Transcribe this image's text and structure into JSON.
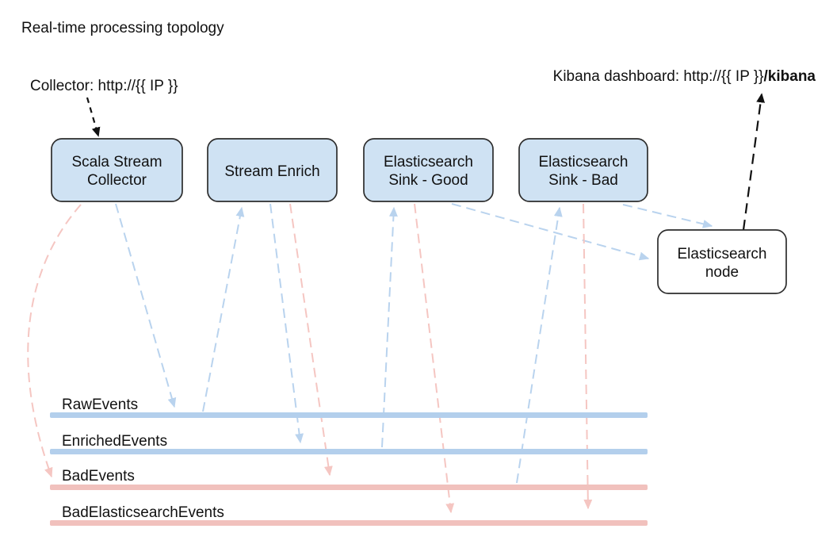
{
  "title": "Real-time processing topology",
  "annotations": {
    "collector": "Collector: http://{{ IP }}",
    "kibana_prefix": "Kibana dashboard: http://{{ IP }}",
    "kibana_bold": "/kibana"
  },
  "nodes": {
    "scala_stream_collector": {
      "line1": "Scala Stream",
      "line2": "Collector"
    },
    "stream_enrich": {
      "line1": "Stream Enrich"
    },
    "es_sink_good": {
      "line1": "Elasticsearch",
      "line2": "Sink - Good"
    },
    "es_sink_bad": {
      "line1": "Elasticsearch",
      "line2": "Sink - Bad"
    },
    "es_node": {
      "line1": "Elasticsearch",
      "line2": "node"
    }
  },
  "streams": {
    "raw": {
      "label": "RawEvents",
      "color": "#b3cfec"
    },
    "enriched": {
      "label": "EnrichedEvents",
      "color": "#b3cfec"
    },
    "bad": {
      "label": "BadEvents",
      "color": "#f1c1bd"
    },
    "bad_es": {
      "label": "BadElasticsearchEvents",
      "color": "#f1c1bd"
    }
  },
  "colors": {
    "process_fill": "#cfe2f3",
    "es_node_fill": "#ffffff",
    "node_stroke": "#2d2d2d",
    "good_arrow": "#b9d3ee",
    "bad_arrow": "#f5c6c2",
    "annotation_arrow": "#111111"
  }
}
